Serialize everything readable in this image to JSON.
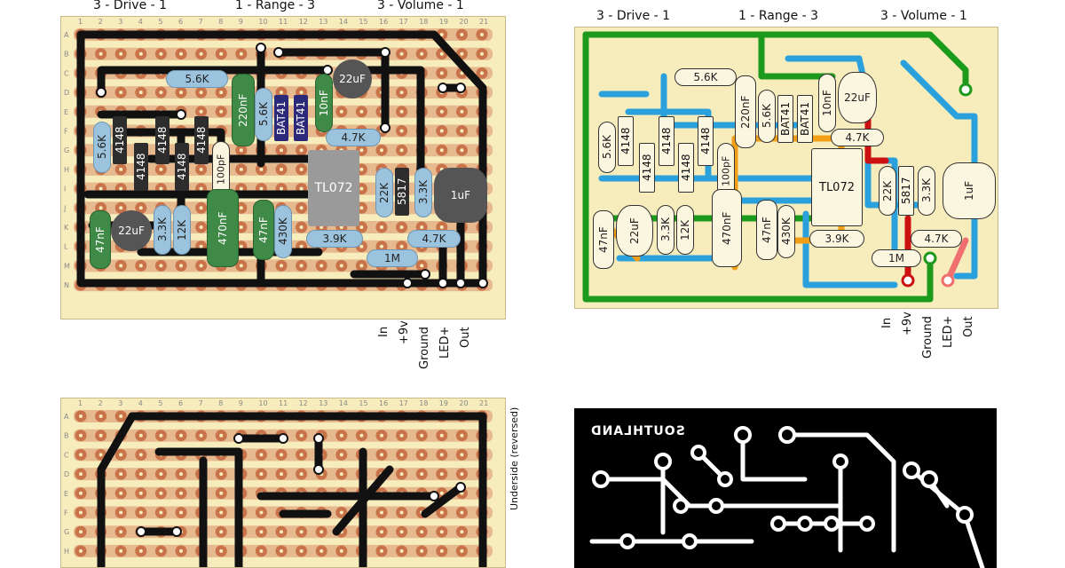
{
  "header": {
    "drive": "3  -  Drive  -  1",
    "range": "1  -  Range  -  3",
    "volume": "3 - Volume - 1"
  },
  "board_columns": [
    "1",
    "2",
    "3",
    "4",
    "5",
    "6",
    "7",
    "8",
    "9",
    "10",
    "11",
    "12",
    "13",
    "14",
    "15",
    "16",
    "17",
    "18",
    "19",
    "20",
    "21"
  ],
  "board_rows": [
    "A",
    "B",
    "C",
    "D",
    "E",
    "F",
    "G",
    "H",
    "I",
    "J",
    "K",
    "L",
    "M",
    "N"
  ],
  "components": {
    "r_5k6_top": "5.6K",
    "r_5k6_side": "5.6K",
    "r_5k6_mid": "5.6K",
    "c_220nf": "220nF",
    "d_bat41_a": "BAT41",
    "d_bat41_b": "BAT41",
    "c_10nf": "10nF",
    "c_22uf_top": "22uF",
    "d_4148_a": "4148",
    "d_4148_b": "4148",
    "d_4148_c": "4148",
    "d_4148_d": "4148",
    "d_4148_e": "4148",
    "c_100pf": "100pF",
    "r_4k7_a": "4.7K",
    "r_4k7_b": "4.7K",
    "ic_tl072": "TL072",
    "r_22k": "22K",
    "d_5817": "5817",
    "r_3k3_a": "3.3K",
    "r_3k3_b": "3.3K",
    "c_1uf": "1uF",
    "c_47nf_a": "47nF",
    "c_47nf_b": "47nF",
    "c_22uf_bottom": "22uF",
    "r_12k": "12K",
    "c_470nf": "470nF",
    "r_430k": "430K",
    "r_3k9": "3.9K",
    "r_1m": "1M"
  },
  "io_labels": [
    "In",
    "+9v",
    "Ground",
    "LED+",
    "Out"
  ],
  "underside_label": "Underside (reversed)",
  "pcb_title": "SOUTHLAND"
}
